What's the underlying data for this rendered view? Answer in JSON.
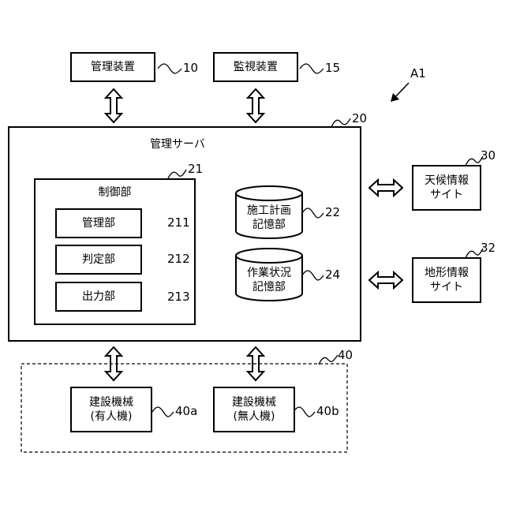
{
  "figure_label": "A1",
  "devices": {
    "management_device": {
      "label": "管理装置",
      "ref": "10"
    },
    "monitoring_device": {
      "label": "監視装置",
      "ref": "15"
    }
  },
  "server": {
    "label": "管理サーバ",
    "ref": "20",
    "control_unit": {
      "label": "制御部",
      "ref": "21",
      "units": [
        {
          "label": "管理部",
          "ref": "211"
        },
        {
          "label": "判定部",
          "ref": "212"
        },
        {
          "label": "出力部",
          "ref": "213"
        }
      ]
    },
    "storages": [
      {
        "label": "施工計画\n記憶部",
        "ref": "22"
      },
      {
        "label": "作業状況\n記憶部",
        "ref": "24"
      }
    ]
  },
  "sites": [
    {
      "label": "天候情報\nサイト",
      "ref": "30"
    },
    {
      "label": "地形情報\nサイト",
      "ref": "32"
    }
  ],
  "machines": {
    "ref": "40",
    "items": [
      {
        "label": "建設機械\n(有人機)",
        "ref": "40a"
      },
      {
        "label": "建設機械\n(無人機)",
        "ref": "40b"
      }
    ]
  }
}
